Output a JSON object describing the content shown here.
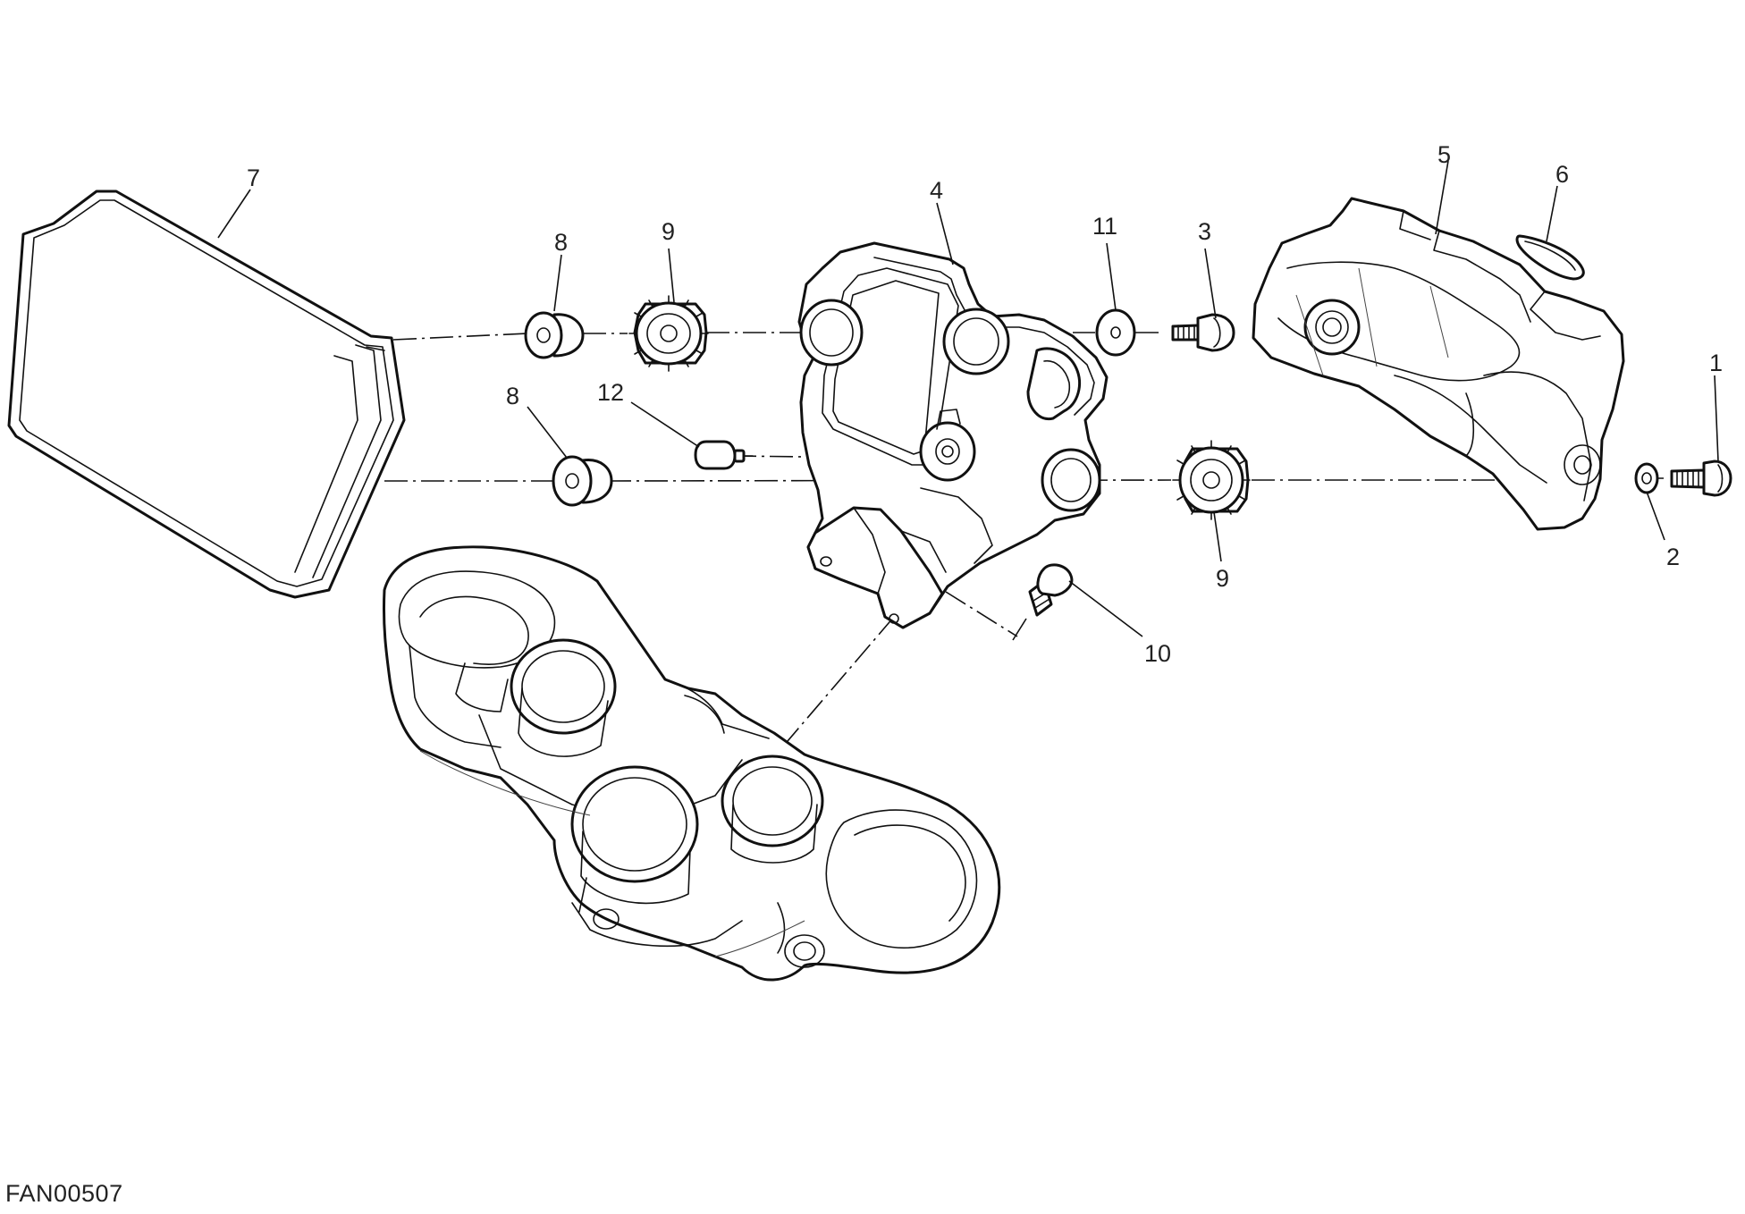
{
  "drawing_code": "FAN00507",
  "callouts": [
    {
      "id": "1",
      "label": "1"
    },
    {
      "id": "2",
      "label": "2"
    },
    {
      "id": "3",
      "label": "3"
    },
    {
      "id": "4",
      "label": "4"
    },
    {
      "id": "5",
      "label": "5"
    },
    {
      "id": "6",
      "label": "6"
    },
    {
      "id": "7",
      "label": "7"
    },
    {
      "id": "8a",
      "label": "8"
    },
    {
      "id": "8b",
      "label": "8"
    },
    {
      "id": "9a",
      "label": "9"
    },
    {
      "id": "9b",
      "label": "9"
    },
    {
      "id": "10",
      "label": "10"
    },
    {
      "id": "11",
      "label": "11"
    },
    {
      "id": "12",
      "label": "12"
    }
  ]
}
